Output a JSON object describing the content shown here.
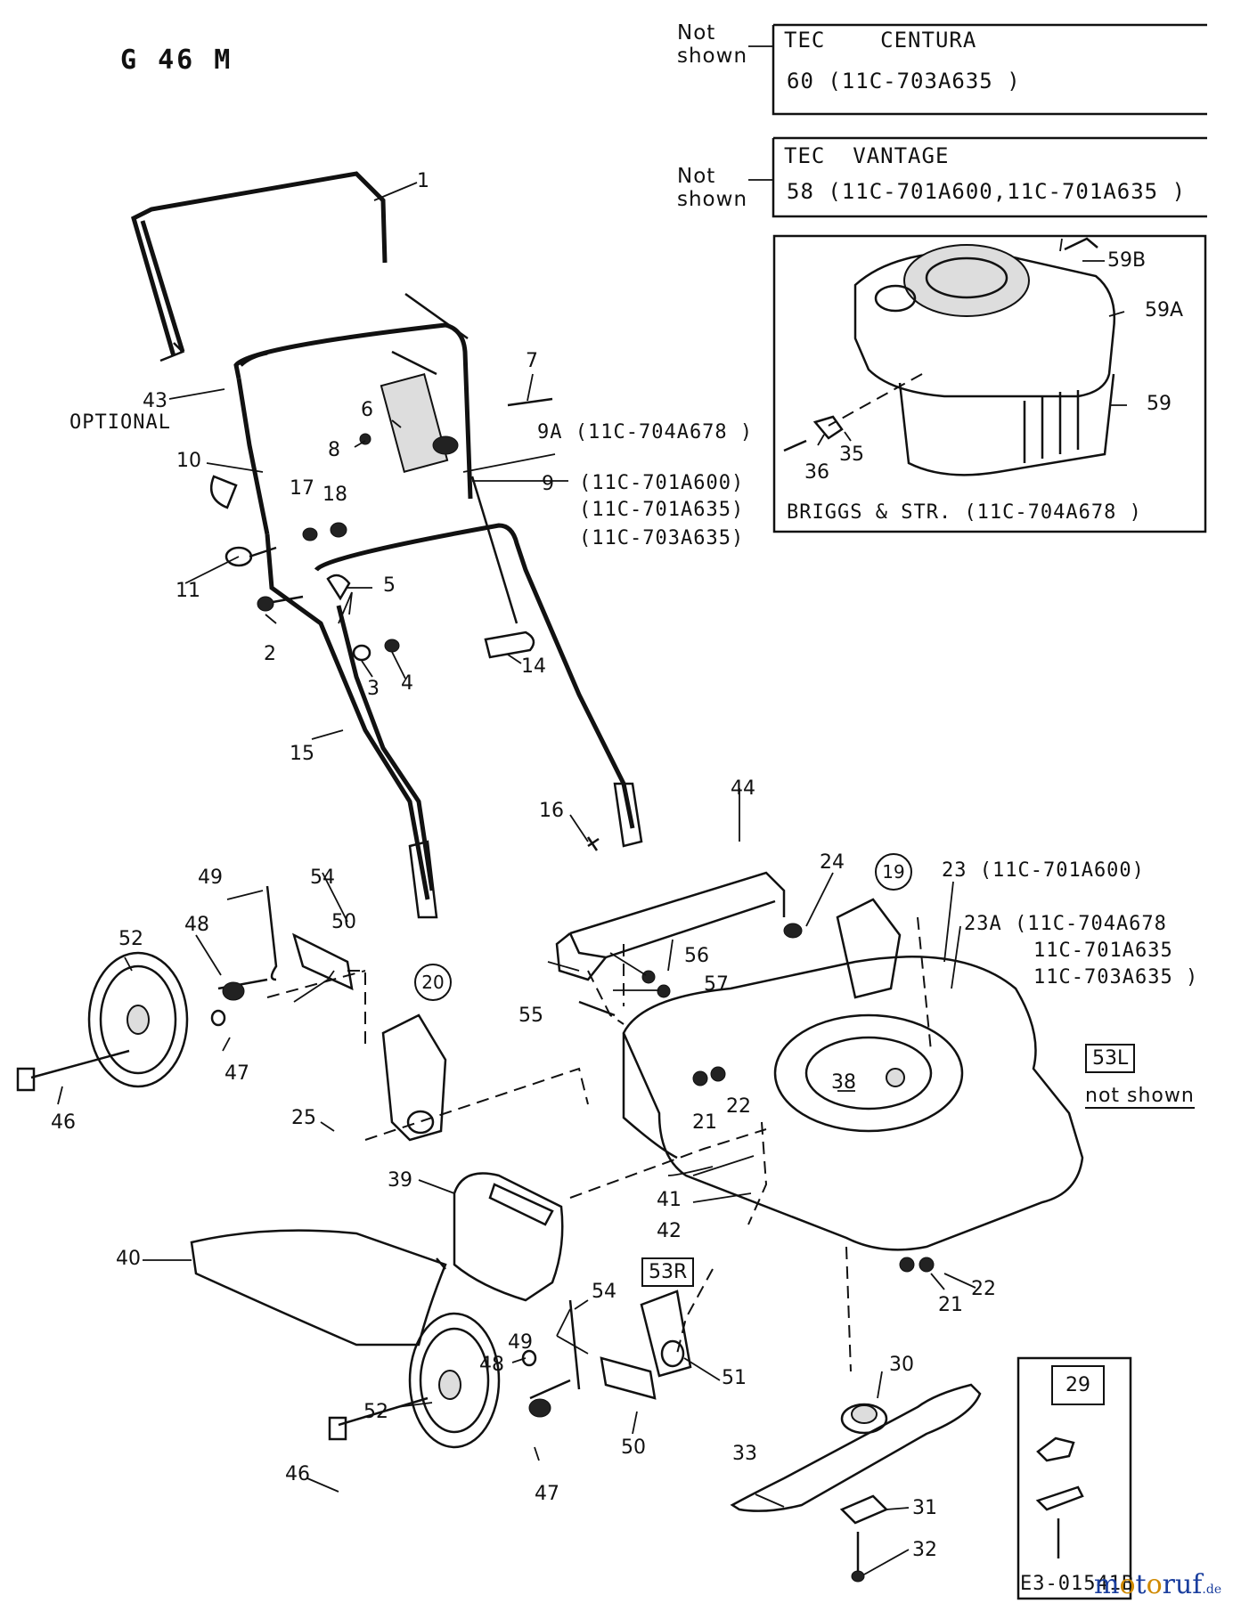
{
  "title": "G 46 M",
  "not_shown_1": "Not shown",
  "not_shown_2": "Not shown",
  "box1": {
    "line1": "TEC    CENTURA",
    "line2": "60  (11C-703A635 )"
  },
  "box2": {
    "line1": "TEC  VANTAGE",
    "line2": "58  (11C-701A600,11C-701A635 )"
  },
  "engine_caption": "BRIGGS & STR.  (11C-704A678 )",
  "optional_label": "OPTIONAL",
  "model_notes": {
    "n9a": "9A  (11C-704A678 )",
    "n9_1": "(11C-701A600)",
    "n9_2": "(11C-701A635)",
    "n9_3": "(11C-703A635)",
    "n23": "23  (11C-701A600)",
    "n23a_1": "23A  (11C-704A678",
    "n23a_2": "11C-701A635",
    "n23a_3": "11C-703A635 )"
  },
  "ref_53l": "53L",
  "not_shown_53l": "not shown",
  "ref_53r": "53R",
  "ref_19": "19",
  "ref_20": "20",
  "ref_29": "29",
  "drawing_id": "E3-01541B",
  "watermark": {
    "part1": "m",
    "part2": "t",
    "o1": "o",
    "o2": "o",
    "tail": "ruf",
    "tld": ".de"
  },
  "parts": [
    "1",
    "2",
    "3",
    "4",
    "5",
    "6",
    "7",
    "8",
    "9",
    "10",
    "11",
    "14",
    "15",
    "16",
    "17",
    "18",
    "21",
    "22",
    "24",
    "25",
    "30",
    "31",
    "32",
    "33",
    "35",
    "36",
    "38",
    "39",
    "40",
    "41",
    "42",
    "43",
    "44",
    "46",
    "47",
    "48",
    "49",
    "50",
    "51",
    "52",
    "54",
    "55",
    "56",
    "57",
    "59",
    "59A",
    "59B"
  ],
  "part_labels": {
    "p1": "1",
    "p2": "2",
    "p3": "3",
    "p4": "4",
    "p5": "5",
    "p6": "6",
    "p7": "7",
    "p8": "8",
    "p9": "9",
    "p10": "10",
    "p11": "11",
    "p14": "14",
    "p15": "15",
    "p16": "16",
    "p17": "17",
    "p18": "18",
    "p21a": "21",
    "p22a": "22",
    "p21b": "21",
    "p22b": "22",
    "p24": "24",
    "p25": "25",
    "p30": "30",
    "p31": "31",
    "p32": "32",
    "p33": "33",
    "p35": "35",
    "p36": "36",
    "p38": "38",
    "p39": "39",
    "p40": "40",
    "p41": "41",
    "p42": "42",
    "p43": "43",
    "p44": "44",
    "p46a": "46",
    "p46b": "46",
    "p47a": "47",
    "p47b": "47",
    "p48a": "48",
    "p48b": "48",
    "p49a": "49",
    "p49b": "49",
    "p50a": "50",
    "p50b": "50",
    "p51": "51",
    "p52a": "52",
    "p52b": "52",
    "p54a": "54",
    "p54b": "54",
    "p55": "55",
    "p56": "56",
    "p57": "57",
    "p59": "59",
    "p59a": "59A",
    "p59b": "59B"
  }
}
